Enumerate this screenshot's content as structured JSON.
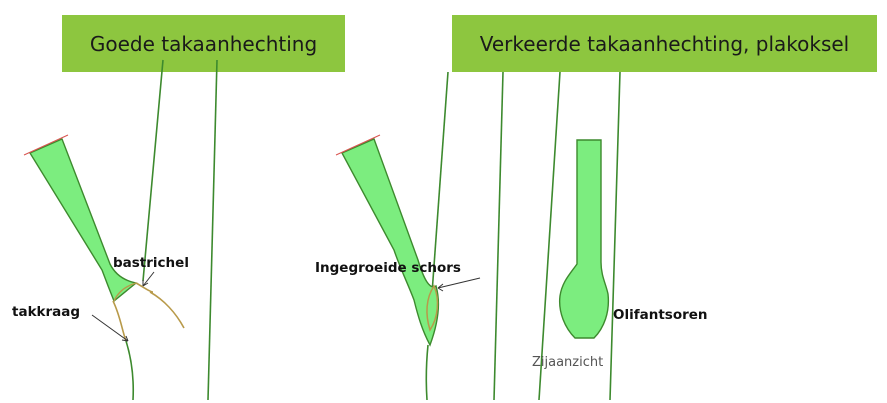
{
  "banners": {
    "good": "Goede takaanhechting",
    "wrong": "Verkeerde takaanhechting, plakoksel"
  },
  "labels": {
    "bastrichel": "bastrichel",
    "takkraag": "takkraag",
    "ingegroeide_schors": "Ingegroeide schors",
    "olifantsoren": "Olifantsoren",
    "zijaanzicht": "Zijaanzicht"
  },
  "colors": {
    "banner": "#8dc63f",
    "branch_fill": "#7ced7f",
    "line": "#3d8a2e",
    "collar": "#b89a4a",
    "cut_mark": "#d9534f"
  }
}
